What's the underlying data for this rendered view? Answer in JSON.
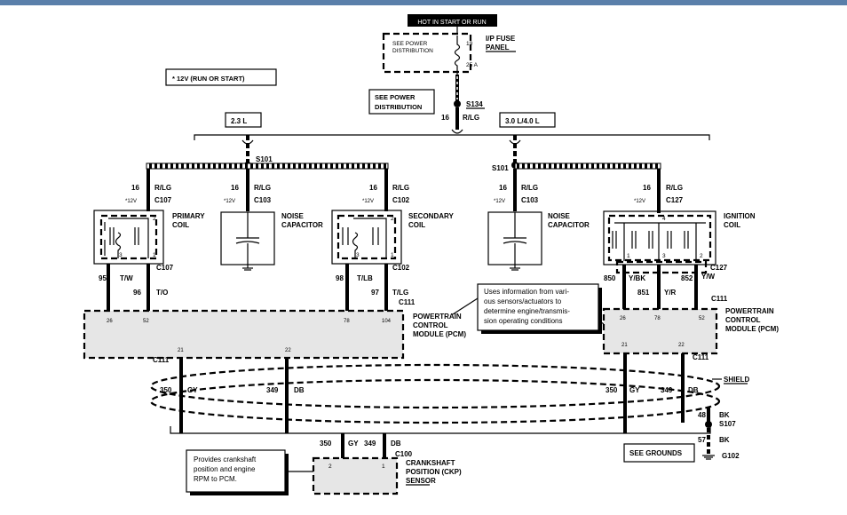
{
  "hot_label": "HOT IN START OR RUN",
  "fuse_panel": {
    "note_line1": "SEE POWER",
    "note_line2": "DISTRIBUTION",
    "fuse_number": "19",
    "fuse_amps": "25 A",
    "label_line1": "I/P FUSE",
    "label_line2": "PANEL"
  },
  "legend_12v": "* 12V (RUN OR START)",
  "power_dist": {
    "line1": "SEE POWER",
    "line2": "DISTRIBUTION"
  },
  "splice_main": {
    "id": "S134",
    "gauge": "16",
    "color": "R/LG"
  },
  "engine_left": "2.3 L",
  "engine_right": "3.0 L/4.0 L",
  "left": {
    "splice": "S101",
    "wire_gauge": "16",
    "wire_color": "R/LG",
    "star_12v": "*12V",
    "conn_primary": "C107",
    "conn_noise": "C103",
    "conn_secondary": "C102",
    "primary_label1": "PRIMARY",
    "primary_label2": "COIL",
    "noise_label1": "NOISE",
    "noise_label2": "CAPACITOR",
    "secondary_label1": "SECONDARY",
    "secondary_label2": "COIL",
    "pin2": "2",
    "pin3": "3",
    "pin1": "1",
    "w95": "95",
    "tw": "T/W",
    "w96": "96",
    "to": "T/O",
    "w98": "98",
    "tlb": "T/LB",
    "w97": "97",
    "tlg": "T/LG",
    "c107b": "C107",
    "c102b": "C102",
    "c111": "C111",
    "pcm_pin26": "26",
    "pcm_pin52": "52",
    "pcm_pin78": "78",
    "pcm_pin104": "104",
    "pcm_pin21": "21",
    "pcm_pin22": "22",
    "pcm_label1": "POWERTRAIN",
    "pcm_label2": "CONTROL",
    "pcm_label3": "MODULE (PCM)"
  },
  "right": {
    "splice": "S101",
    "wire_gauge": "16",
    "wire_color": "R/LG",
    "star_12v": "*12V",
    "conn_noise": "C103",
    "conn_ign": "C127",
    "noise_label1": "NOISE",
    "noise_label2": "CAPACITOR",
    "ign_label1": "IGNITION",
    "ign_label2": "COIL",
    "pin4": "4",
    "pin1": "1",
    "pin3": "3",
    "pin2": "2",
    "w850": "850",
    "ybk": "Y/BK",
    "w852": "852",
    "yw": "Y/W",
    "w851": "851",
    "yr": "Y/R",
    "c127b": "C127",
    "c111": "C111",
    "pcm_pin26": "26",
    "pcm_pin78": "78",
    "pcm_pin52": "52",
    "pcm_pin21": "21",
    "pcm_pin22": "22",
    "pcm_label1": "POWERTRAIN",
    "pcm_label2": "CONTROL",
    "pcm_label3": "MODULE (PCM)"
  },
  "callout_pcm": {
    "line1": "Uses information from vari-",
    "line2": "ous sensors/actuators to",
    "line3": "determine engine/transmis-",
    "line4": "sion operating conditions"
  },
  "shield": {
    "c111": "C111",
    "w350": "350",
    "gy": "GY",
    "w349": "349",
    "db": "DB",
    "label": "SHIELD",
    "w48": "48",
    "bk": "BK",
    "s107": "S107",
    "w57": "57",
    "g102": "G102",
    "see_grounds": "SEE GROUNDS"
  },
  "ckp": {
    "w350": "350",
    "gy": "GY",
    "w349": "349",
    "db": "DB",
    "conn": "C100",
    "pin2": "2",
    "pin1": "1",
    "label1": "CRANKSHAFT",
    "label2": "POSITION (CKP)",
    "label3": "SENSOR",
    "note1": "Provides crankshaft",
    "note2": "position and engine",
    "note3": "RPM to PCM."
  }
}
